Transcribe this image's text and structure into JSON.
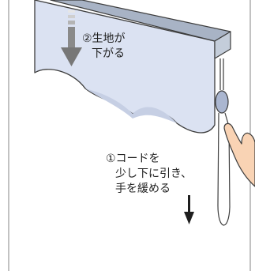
{
  "step2": {
    "line1": "②生地が",
    "line2": "下がる"
  },
  "step1": {
    "line1": "①コードを",
    "line2": "少し下に引き、",
    "line3": "手を緩める"
  },
  "colors": {
    "fabric": "#dbe2f2",
    "fabric_shadow": "#c6cfe4",
    "headrail_top": "#a8b3c5",
    "headrail_front": "#c4cdda",
    "outline": "#3c3c3c",
    "arrow_dark": "#555555",
    "arrow_light": "#c0c0c0",
    "skin": "#f9d3b4",
    "frame": "#9a9a9a"
  }
}
